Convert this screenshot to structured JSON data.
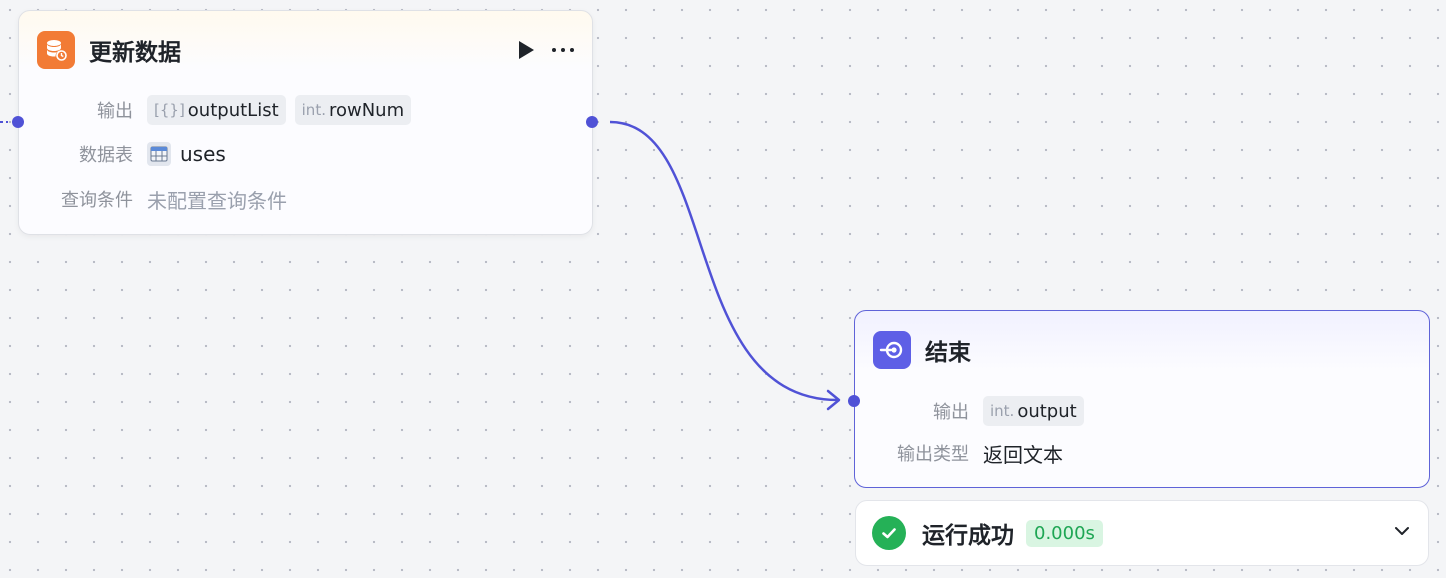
{
  "update_node": {
    "title": "更新数据",
    "output_label": "输出",
    "outputs": [
      {
        "type": "[{}]",
        "name": "outputList"
      },
      {
        "type": "int.",
        "name": "rowNum"
      }
    ],
    "table_label": "数据表",
    "table_name": "uses",
    "query_label": "查询条件",
    "query_placeholder": "未配置查询条件"
  },
  "end_node": {
    "title": "结束",
    "output_label": "输出",
    "output": {
      "type": "int.",
      "name": "output"
    },
    "output_type_label": "输出类型",
    "output_type_value": "返回文本"
  },
  "run_status": {
    "text": "运行成功",
    "time": "0.000s"
  },
  "colors": {
    "edge": "#5052d6",
    "success": "#25b157",
    "update_icon": "#f27b35",
    "end_icon": "#5e5fe6"
  },
  "icons": [
    "database-refresh-icon",
    "play-icon",
    "more-icon",
    "table-icon",
    "end-icon",
    "check-icon",
    "chevron-down-icon"
  ]
}
